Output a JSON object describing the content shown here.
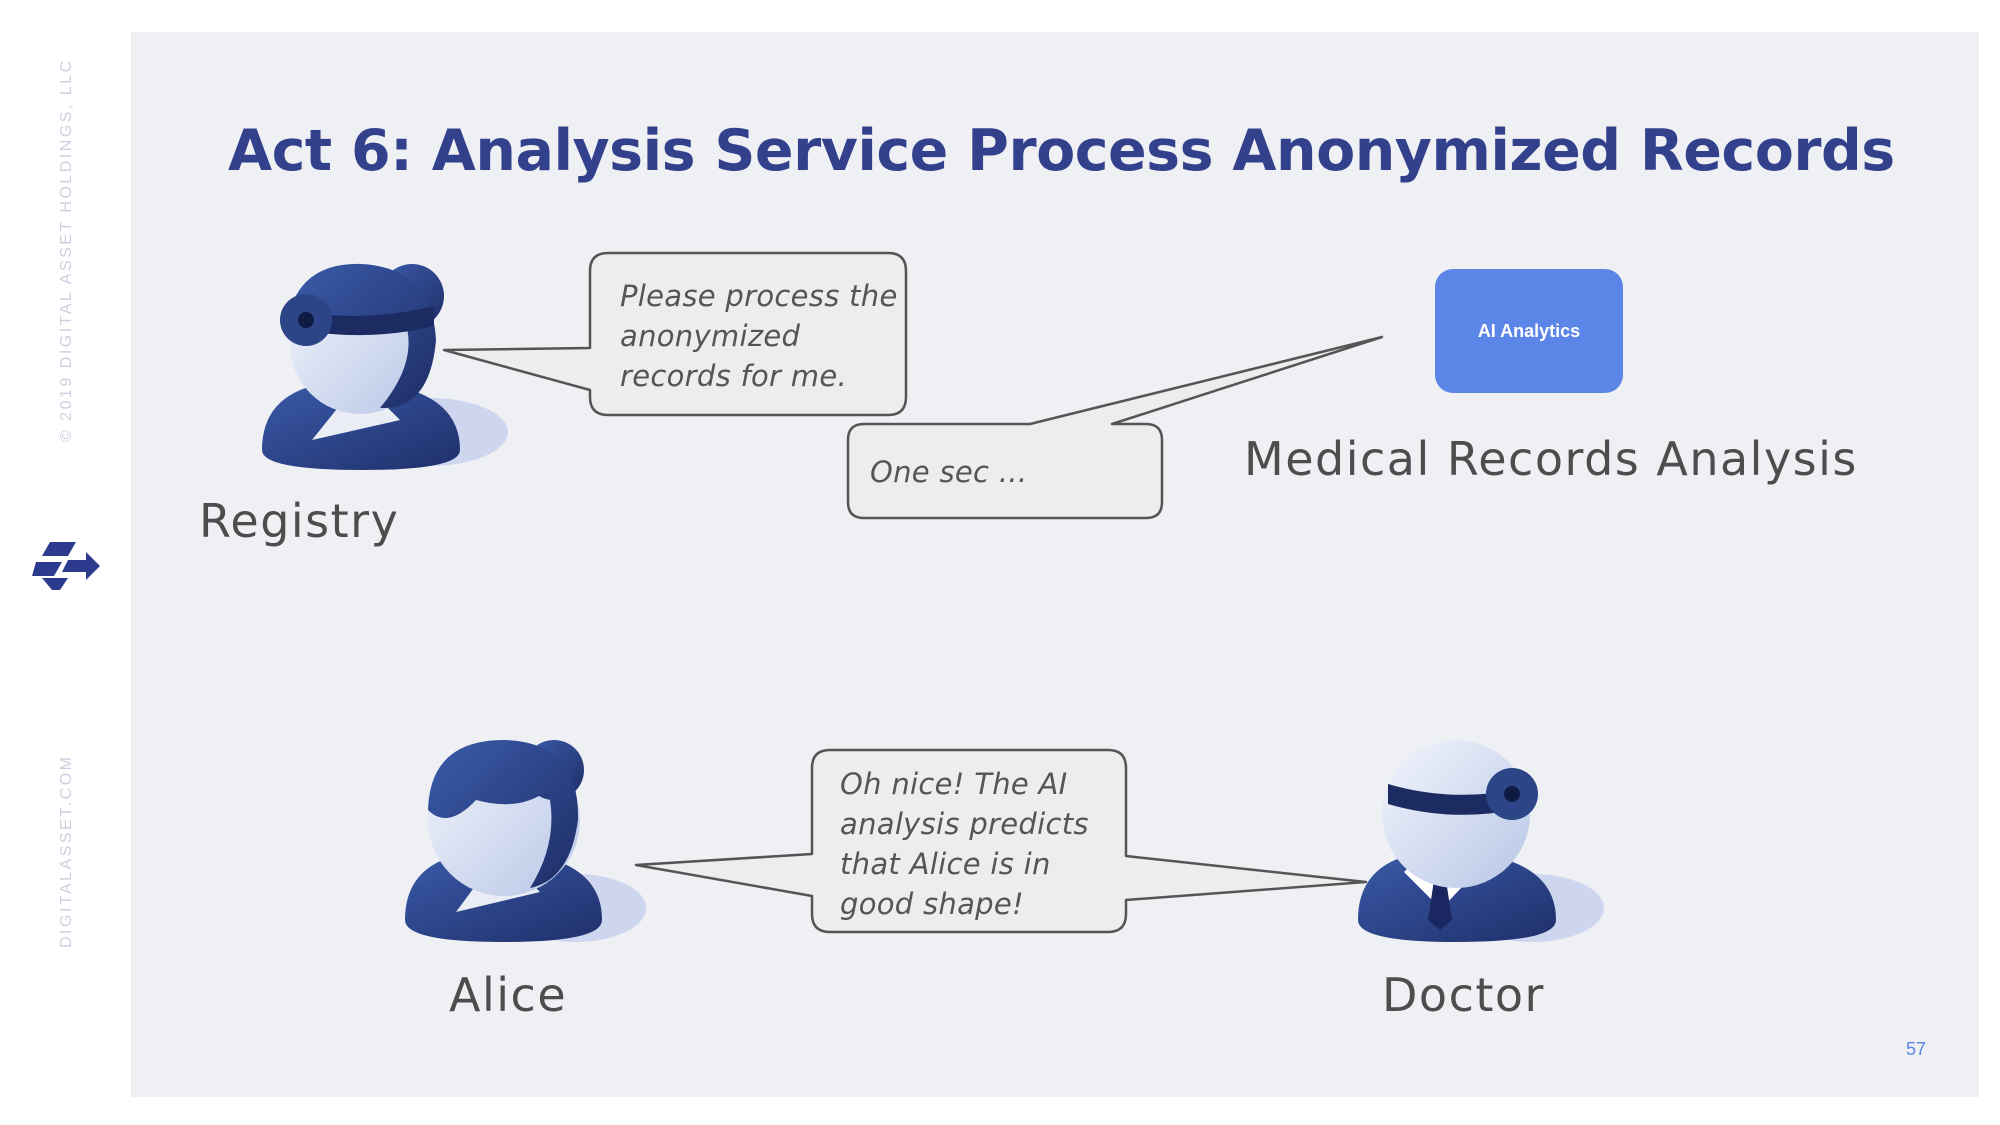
{
  "slide": {
    "title": "Act 6: Analysis Service Process Anonymized Records",
    "page_number": "57"
  },
  "sidebar": {
    "copyright": "© 2019 DIGITAL ASSET HOLDINGS, LLC",
    "website": "DIGITALASSET.COM",
    "logo_icon": "digital-asset-logo"
  },
  "actors": {
    "registry": {
      "name": "Registry",
      "icon": "doctor-female-avatar"
    },
    "analysis": {
      "name": "Medical Records Analysis",
      "box_label": "AI Analytics",
      "box_color": "#5b85e6"
    },
    "alice": {
      "name": "Alice",
      "icon": "patient-female-avatar"
    },
    "doctor": {
      "name": "Doctor",
      "icon": "doctor-male-avatar"
    }
  },
  "bubbles": {
    "registry_request": {
      "lines": [
        "Please process the",
        "anonymized",
        "records for me."
      ]
    },
    "analysis_reply": {
      "lines": [
        "One sec ..."
      ]
    },
    "doctor_message": {
      "lines": [
        "Oh nice! The AI",
        "analysis predicts",
        "that Alice is in",
        "good shape!"
      ]
    }
  },
  "colors": {
    "title": "#33418c",
    "avatar_dark": "#2c4586",
    "avatar_light": "#dde4f3",
    "accent_blue": "#5b85e6",
    "slide_background": "#eff0f4"
  }
}
